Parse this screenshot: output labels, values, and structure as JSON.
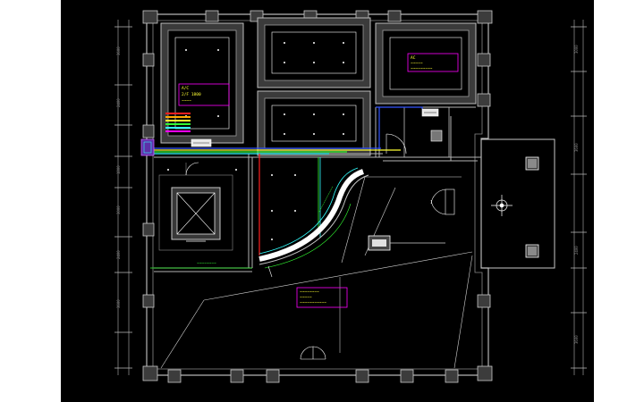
{
  "canvas": {
    "background": "#000000",
    "page_background": "#ffffff",
    "colors": {
      "wall": "#b5b5b5",
      "wall_fill": "#4a4a4a",
      "line": "#ffffff",
      "dim": "#9a9a9a",
      "note_box": "#ff00ff",
      "pipe_red": "#ff2020",
      "pipe_yellow": "#ffff33",
      "pipe_green": "#33ff33",
      "pipe_cyan": "#33ffff",
      "pipe_blue": "#3355ff",
      "pipe_orange": "#ffaa00"
    }
  },
  "annotations": {
    "room_a_tag": "A/C",
    "room_a_line1": "2/F 1800",
    "room_a_line2": "~~~~",
    "room_b_tag": "AC",
    "room_b_line1": "~~~~~",
    "room_b_line2": "~~~~~~~~~",
    "hall_line1": "~~~~~~~~",
    "hall_line2": "~~~~~",
    "hall_line3": "~~~~~~~~~~~",
    "pipe_label": "~~~~~~~~",
    "curve_label": "~~~~~~~~~~~~"
  },
  "icons": {
    "elevator": "elevator-symbol-icon",
    "compass": "north-arrow-icon",
    "door": "door-swing-icon"
  }
}
